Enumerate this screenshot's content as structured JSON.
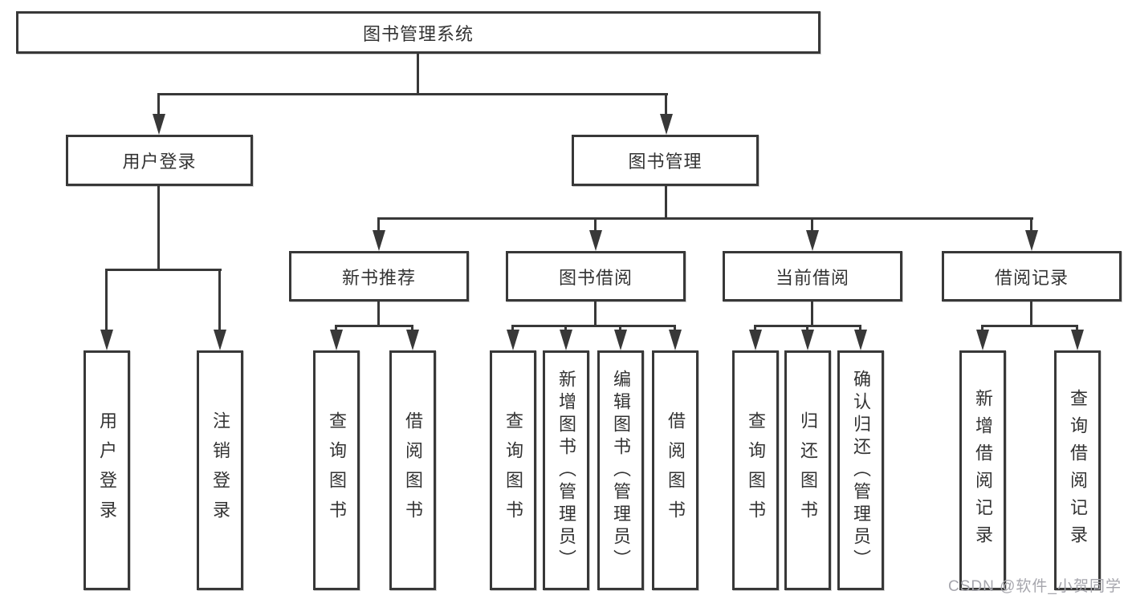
{
  "tree": {
    "label": "图书管理系统",
    "children": [
      {
        "label": "用户登录",
        "children": [
          {
            "label": "用户登录"
          },
          {
            "label": "注销登录"
          }
        ]
      },
      {
        "label": "图书管理",
        "children": [
          {
            "label": "新书推荐",
            "children": [
              {
                "label": "查询图书"
              },
              {
                "label": "借阅图书"
              }
            ]
          },
          {
            "label": "图书借阅",
            "children": [
              {
                "label": "查询图书"
              },
              {
                "label": "新增图书（管理员）"
              },
              {
                "label": "编辑图书（管理员）"
              },
              {
                "label": "借阅图书"
              }
            ]
          },
          {
            "label": "当前借阅",
            "children": [
              {
                "label": "查询图书"
              },
              {
                "label": "归还图书"
              },
              {
                "label": "确认归还（管理员）"
              }
            ]
          },
          {
            "label": "借阅记录",
            "children": [
              {
                "label": "新增借阅记录"
              },
              {
                "label": "查询借阅记录"
              }
            ]
          }
        ]
      }
    ]
  },
  "watermark": {
    "text": "CSDN @软件_小贺同学"
  },
  "colors": {
    "line": "#383838",
    "text": "#333333",
    "watermark": "#a6a6ad"
  }
}
